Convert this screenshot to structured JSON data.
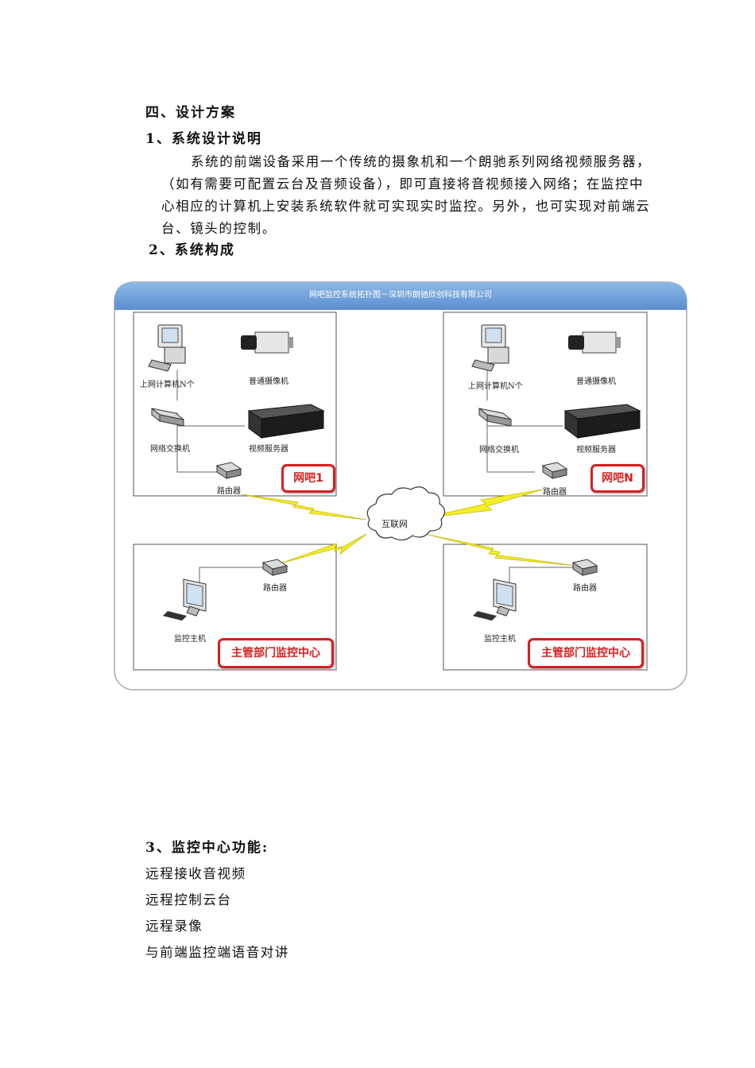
{
  "section_heading": "四、设计方案",
  "sub1_heading": "1、系统设计说明",
  "sub1_paragraph": "系统的前端设备采用一个传统的摄象机和一个朗驰系列网络视频服务器，（如有需要可配置云台及音频设备），即可直接将音视频接入网络；在监控中心相应的计算机上安装系统软件就可实现实时监控。另外，也可实现对前端云台、镜头的控制。",
  "sub2_heading": "2、系统构成",
  "diagram": {
    "banner": "网吧监控系统拓扑图－深圳市朗驰欣创科技有限公司",
    "internet_label": "互联网",
    "cafe_left": {
      "tag": "网吧1",
      "computer": "上网计算机N个",
      "camera": "普通摄像机",
      "switch": "网络交换机",
      "server": "视频服务器",
      "router": "路由器"
    },
    "cafe_right": {
      "tag": "网吧N",
      "computer": "上网计算机N个",
      "camera": "普通摄像机",
      "switch": "网络交换机",
      "server": "视频服务器",
      "router": "路由器"
    },
    "center_left": {
      "tag": "主管部门监控中心",
      "router": "路由器",
      "host": "监控主机"
    },
    "center_right": {
      "tag": "主管部门监控中心",
      "router": "路由器",
      "host": "监控主机"
    },
    "colors": {
      "banner": "#6f9fd8",
      "tag": "#d81e1e",
      "lightning": "#f2ee2a"
    }
  },
  "sub3_heading": "3、监控中心功能:",
  "functions": [
    "远程接收音视频",
    "远程控制云台",
    "远程录像",
    "与前端监控端语音对讲"
  ]
}
